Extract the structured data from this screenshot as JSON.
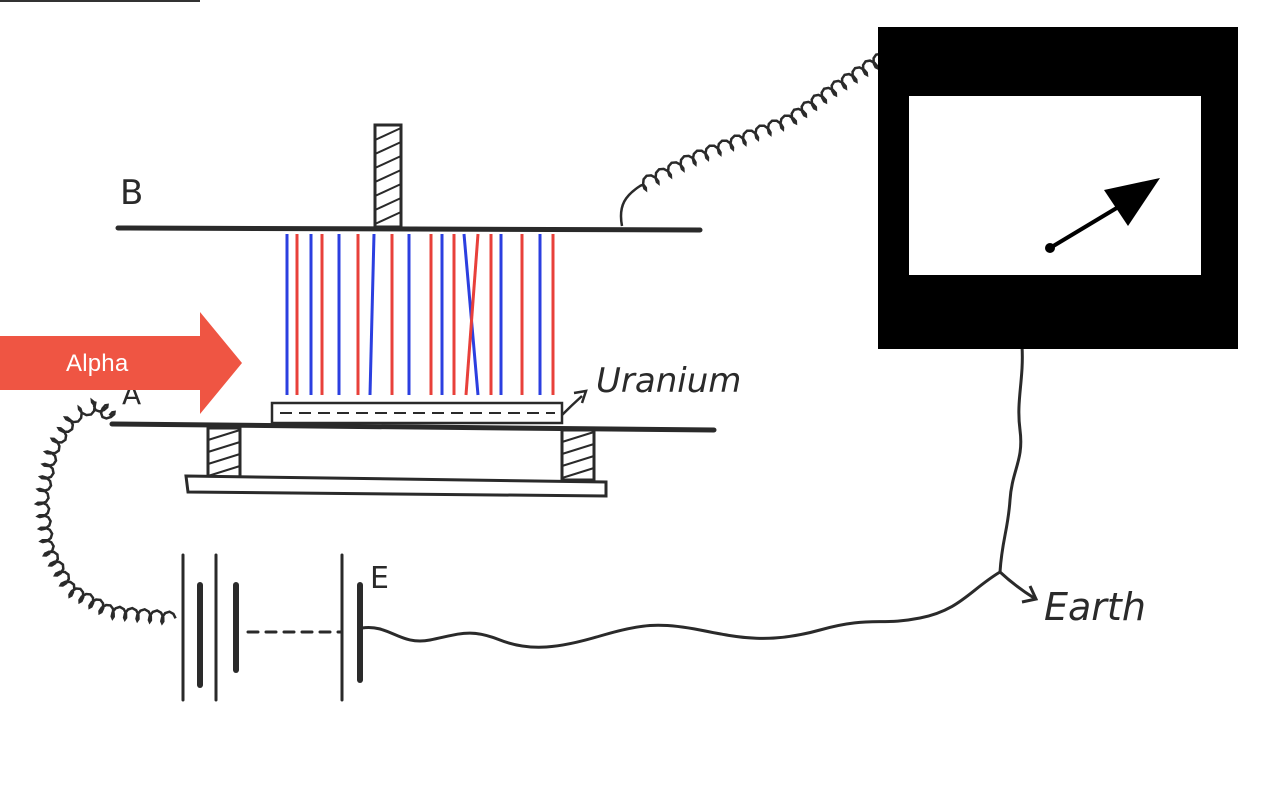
{
  "labels": {
    "plate_b": "B",
    "plate_a": "A",
    "battery_e": "E",
    "uranium": "Uranium",
    "earth": "Earth",
    "alpha": "Alpha"
  },
  "colors": {
    "ion_trail_blue": "#2b3fe0",
    "ion_trail_red": "#e8403a",
    "alpha_arrow": "#ef5543",
    "meter_frame": "#000000",
    "ink": "#2a2a2a"
  },
  "icons": {
    "meter_needle": "electrometer-needle-icon",
    "alpha_arrow": "right-arrow-icon"
  }
}
